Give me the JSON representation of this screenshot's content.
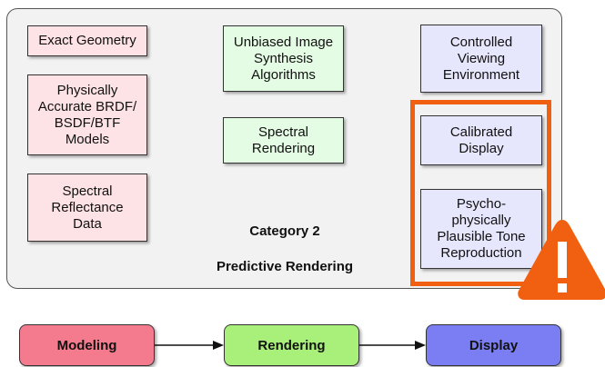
{
  "category": {
    "number": "Category 2",
    "title": "Predictive Rendering"
  },
  "modeling_column": [
    "Exact Geometry",
    "Physically\nAccurate BRDF/\nBSDF/BTF\nModels",
    "Spectral\nReflectance\nData"
  ],
  "rendering_column": [
    "Unbiased Image\nSynthesis\nAlgorithms",
    "Spectral\nRendering"
  ],
  "display_column": [
    "Controlled\nViewing\nEnvironment",
    "Calibrated\nDisplay",
    "Psycho-\nphysically\nPlausible Tone\nReproduction"
  ],
  "pipeline": {
    "modeling": "Modeling",
    "rendering": "Rendering",
    "display": "Display"
  },
  "colors": {
    "modeling": "#f47a8d",
    "rendering": "#a8f07a",
    "display": "#7b7ef2",
    "highlight": "#f06010",
    "warning": "#f06010"
  }
}
